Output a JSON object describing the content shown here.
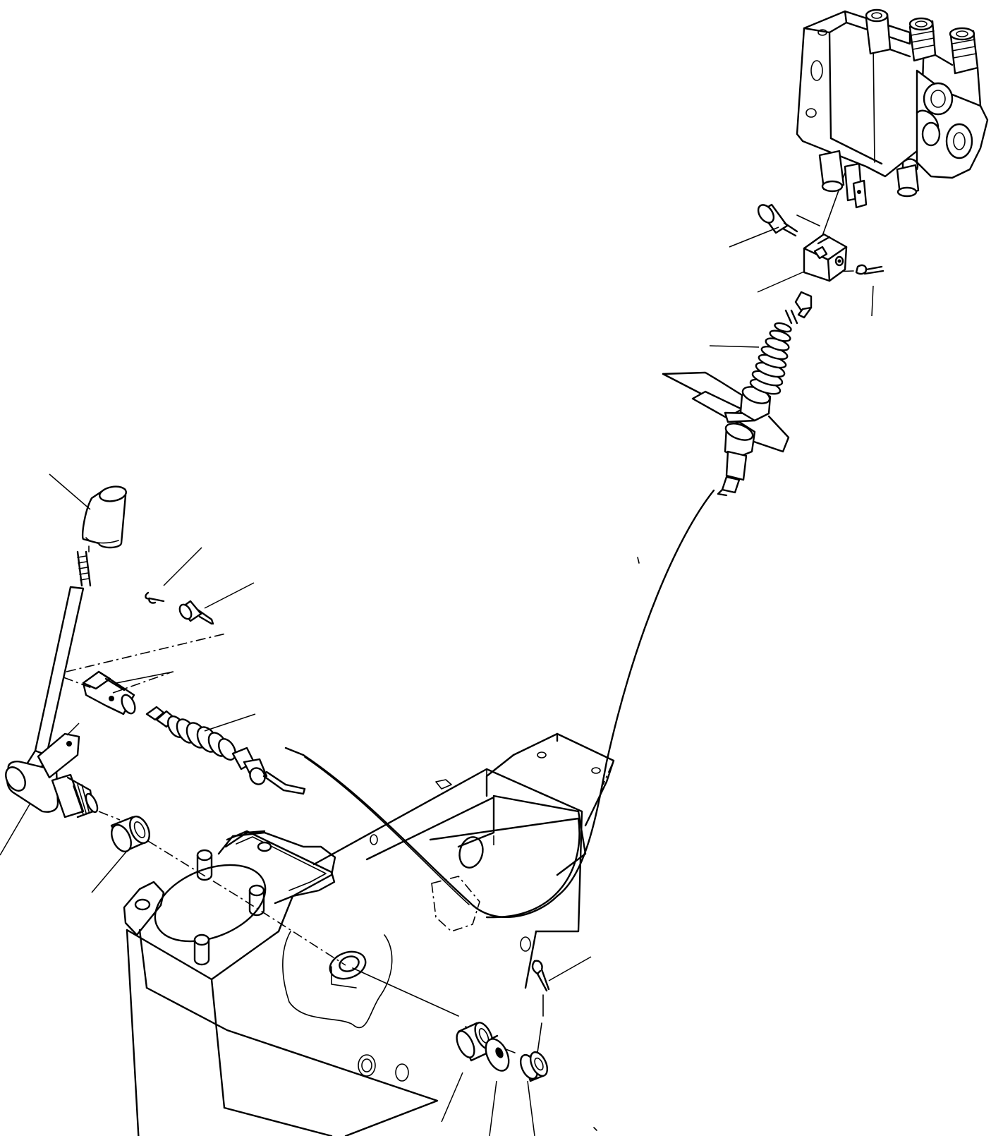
{
  "diagram": {
    "parts": [
      {
        "id": "control-valve",
        "icon": "control-valve-icon"
      },
      {
        "id": "clevis-pin-upper",
        "icon": "pin-icon"
      },
      {
        "id": "clevis-upper",
        "icon": "clevis-icon"
      },
      {
        "id": "split-pin-upper",
        "icon": "split-pin-icon"
      },
      {
        "id": "cable-upper-end",
        "icon": "bellows-icon"
      },
      {
        "id": "lever-knob",
        "icon": "knob-icon"
      },
      {
        "id": "split-pin-lower",
        "icon": "split-pin-icon"
      },
      {
        "id": "clevis-pin-lower",
        "icon": "pin-icon"
      },
      {
        "id": "clevis-lower",
        "icon": "clevis-icon"
      },
      {
        "id": "cable-lower-end",
        "icon": "bellows-icon"
      },
      {
        "id": "control-lever",
        "icon": "lever-icon"
      },
      {
        "id": "bushing-inner",
        "icon": "bushing-icon"
      },
      {
        "id": "split-pin-shaft",
        "icon": "split-pin-icon"
      },
      {
        "id": "bushing-outer",
        "icon": "bushing-icon"
      },
      {
        "id": "washer",
        "icon": "washer-icon"
      },
      {
        "id": "collar",
        "icon": "collar-icon"
      },
      {
        "id": "lever-bracket",
        "icon": "bracket-icon"
      }
    ]
  }
}
